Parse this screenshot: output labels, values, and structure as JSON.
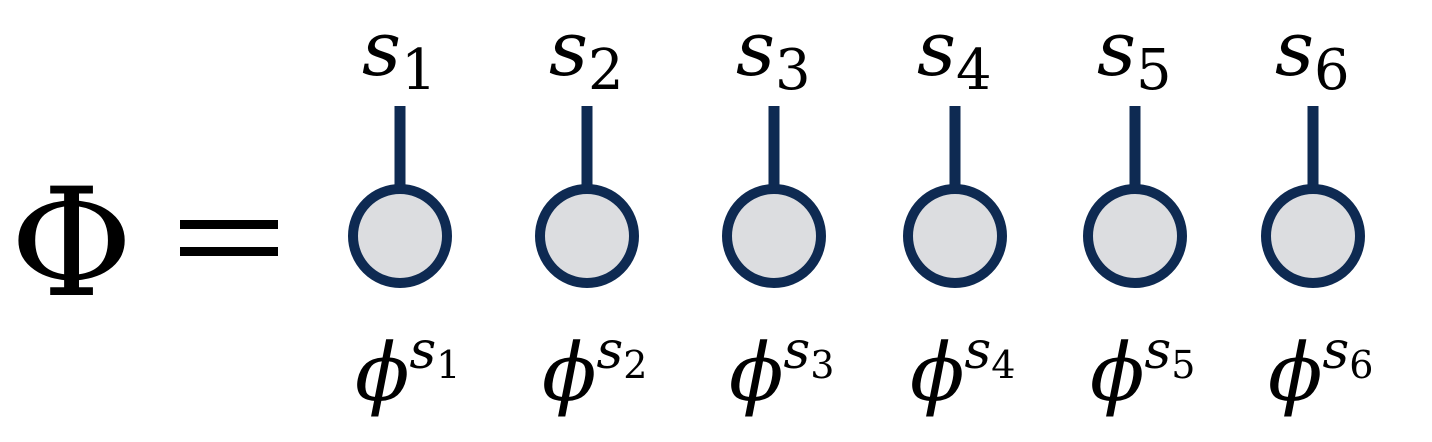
{
  "equation": {
    "lhs": "Φ",
    "equals": "="
  },
  "colors": {
    "node_fill": "#dcdde0",
    "node_stroke": "#0e2a52",
    "leg": "#0e2a52",
    "text": "#000000"
  },
  "sites": [
    {
      "index": "1",
      "top_label": "s",
      "top_sub": "1",
      "bottom_label": "ϕ",
      "bottom_sup": "s",
      "bottom_sup_sub": "1"
    },
    {
      "index": "2",
      "top_label": "s",
      "top_sub": "2",
      "bottom_label": "ϕ",
      "bottom_sup": "s",
      "bottom_sup_sub": "2"
    },
    {
      "index": "3",
      "top_label": "s",
      "top_sub": "3",
      "bottom_label": "ϕ",
      "bottom_sup": "s",
      "bottom_sup_sub": "3"
    },
    {
      "index": "4",
      "top_label": "s",
      "top_sub": "4",
      "bottom_label": "ϕ",
      "bottom_sup": "s",
      "bottom_sup_sub": "4"
    },
    {
      "index": "5",
      "top_label": "s",
      "top_sub": "5",
      "bottom_label": "ϕ",
      "bottom_sup": "s",
      "bottom_sup_sub": "5"
    },
    {
      "index": "6",
      "top_label": "s",
      "top_sub": "6",
      "bottom_label": "ϕ",
      "bottom_sup": "s",
      "bottom_sup_sub": "6"
    }
  ]
}
